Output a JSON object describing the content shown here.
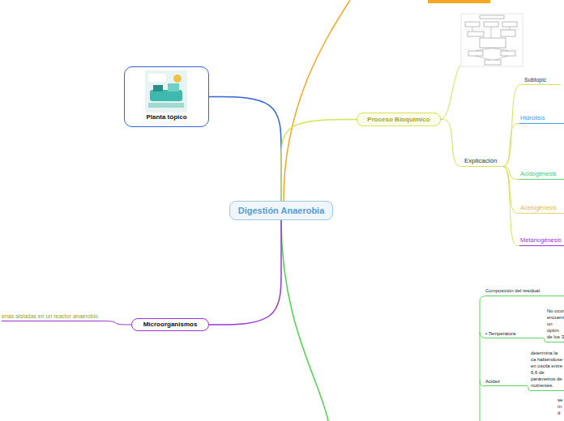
{
  "diagram": {
    "title": "Digestión Anaerobia",
    "nodes": [
      {
        "text": [
          "Digestión Anaerobia"
        ]
      },
      {
        "text": [
          "Planta tópico"
        ]
      },
      {
        "text": [
          "Proceso Bioquímico"
        ]
      },
      {
        "text": [
          "Explicación"
        ]
      },
      {
        "text": [
          "Subtopic"
        ]
      },
      {
        "text": [
          "Hidrólisis"
        ]
      },
      {
        "text": [
          "Acidogénesis"
        ]
      },
      {
        "text": [
          "Acetogénesis"
        ]
      },
      {
        "text": [
          "Metanogénesis"
        ]
      },
      {
        "text": [
          "Microorganismos"
        ]
      },
      {
        "text": [
          "enas aisladas en un reactor anaerobio"
        ]
      },
      {
        "text": [
          "Composición del residual."
        ]
      },
      {
        "text": [
          "• Temperatura"
        ]
      },
      {
        "text": [
          "No ocur encuent un óptim de los 3"
        ]
      },
      {
        "text": [
          "Acidez"
        ]
      },
      {
        "text": [
          "determina la ca habiéndose en oscila entre 6,6 de parámetros de nutrientes."
        ]
      },
      {
        "text": [
          "se m d"
        ]
      }
    ],
    "edges": [
      {
        "from": 0,
        "to": 1,
        "arrow": "none"
      },
      {
        "from": 0,
        "to": 2,
        "arrow": "none"
      },
      {
        "from": 0,
        "to": 9,
        "arrow": "none"
      },
      {
        "from": 2,
        "to": 3,
        "arrow": "none"
      },
      {
        "from": 3,
        "to": 4,
        "arrow": "none"
      },
      {
        "from": 3,
        "to": 5,
        "arrow": "none"
      },
      {
        "from": 3,
        "to": 6,
        "arrow": "none"
      },
      {
        "from": 3,
        "to": 7,
        "arrow": "none"
      },
      {
        "from": 3,
        "to": 8,
        "arrow": "none"
      },
      {
        "from": 9,
        "to": 10,
        "arrow": "none"
      },
      {
        "from": 12,
        "to": 13,
        "arrow": "none"
      },
      {
        "from": 14,
        "to": 15,
        "arrow": "none"
      }
    ]
  }
}
